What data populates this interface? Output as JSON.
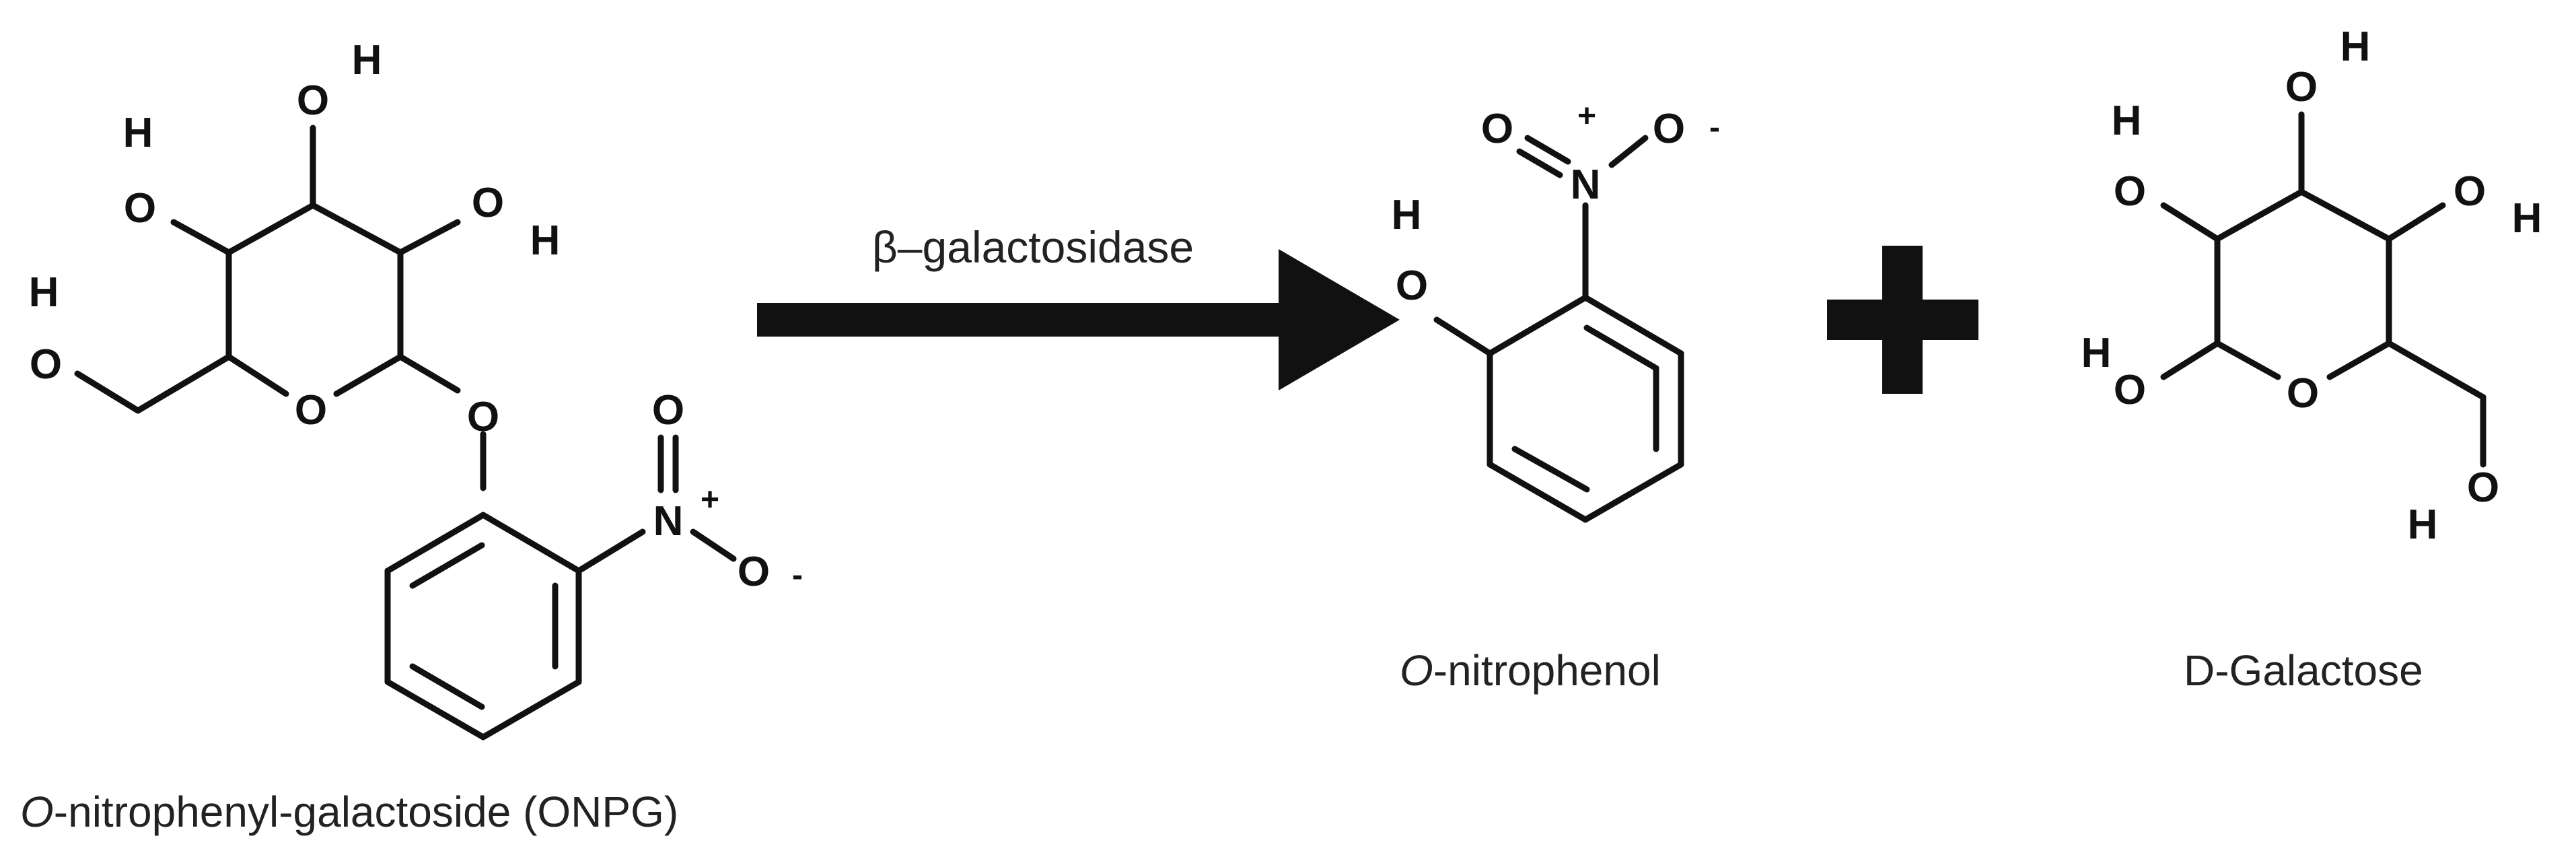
{
  "atoms": {
    "oxygen": "O",
    "hydrogen": "H",
    "nitrogen": "N"
  },
  "charges": {
    "plus": "+",
    "minus": "-"
  },
  "reaction": {
    "enzyme": "β–galactosidase"
  },
  "reactant": {
    "name_italic": "O",
    "name_rest": "-nitrophenyl-galactoside (ONPG)"
  },
  "product1": {
    "name_italic": "O",
    "name_rest": "-nitrophenol"
  },
  "product2": {
    "name": "D-Galactose"
  },
  "colors": {
    "ink": "#111111",
    "caption": "#222222",
    "background": "#ffffff"
  }
}
